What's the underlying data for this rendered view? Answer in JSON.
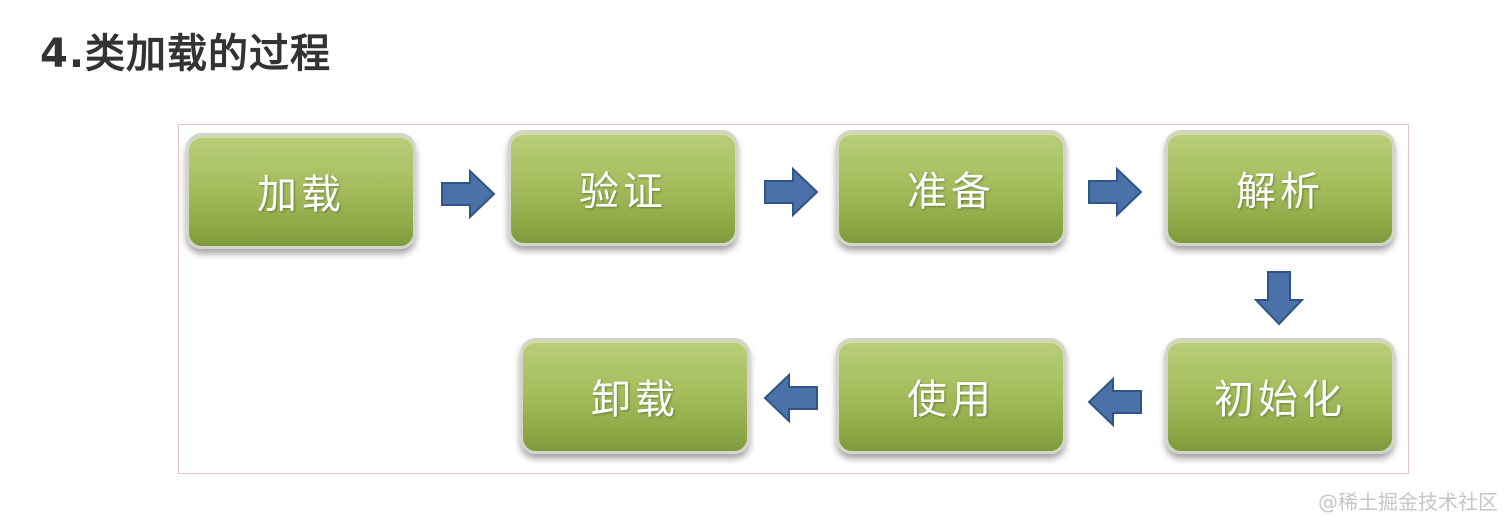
{
  "title": "4.类加载的过程",
  "diagram": {
    "steps": [
      {
        "label": "加载"
      },
      {
        "label": "验证"
      },
      {
        "label": "准备"
      },
      {
        "label": "解析"
      },
      {
        "label": "初始化"
      },
      {
        "label": "使用"
      },
      {
        "label": "卸载"
      }
    ],
    "colors": {
      "box": "#a6be5e",
      "arrow": "#4a72a8",
      "frame_border": "#e3c4cc",
      "title": "#333333"
    }
  },
  "watermark": "@稀土掘金技术社区"
}
